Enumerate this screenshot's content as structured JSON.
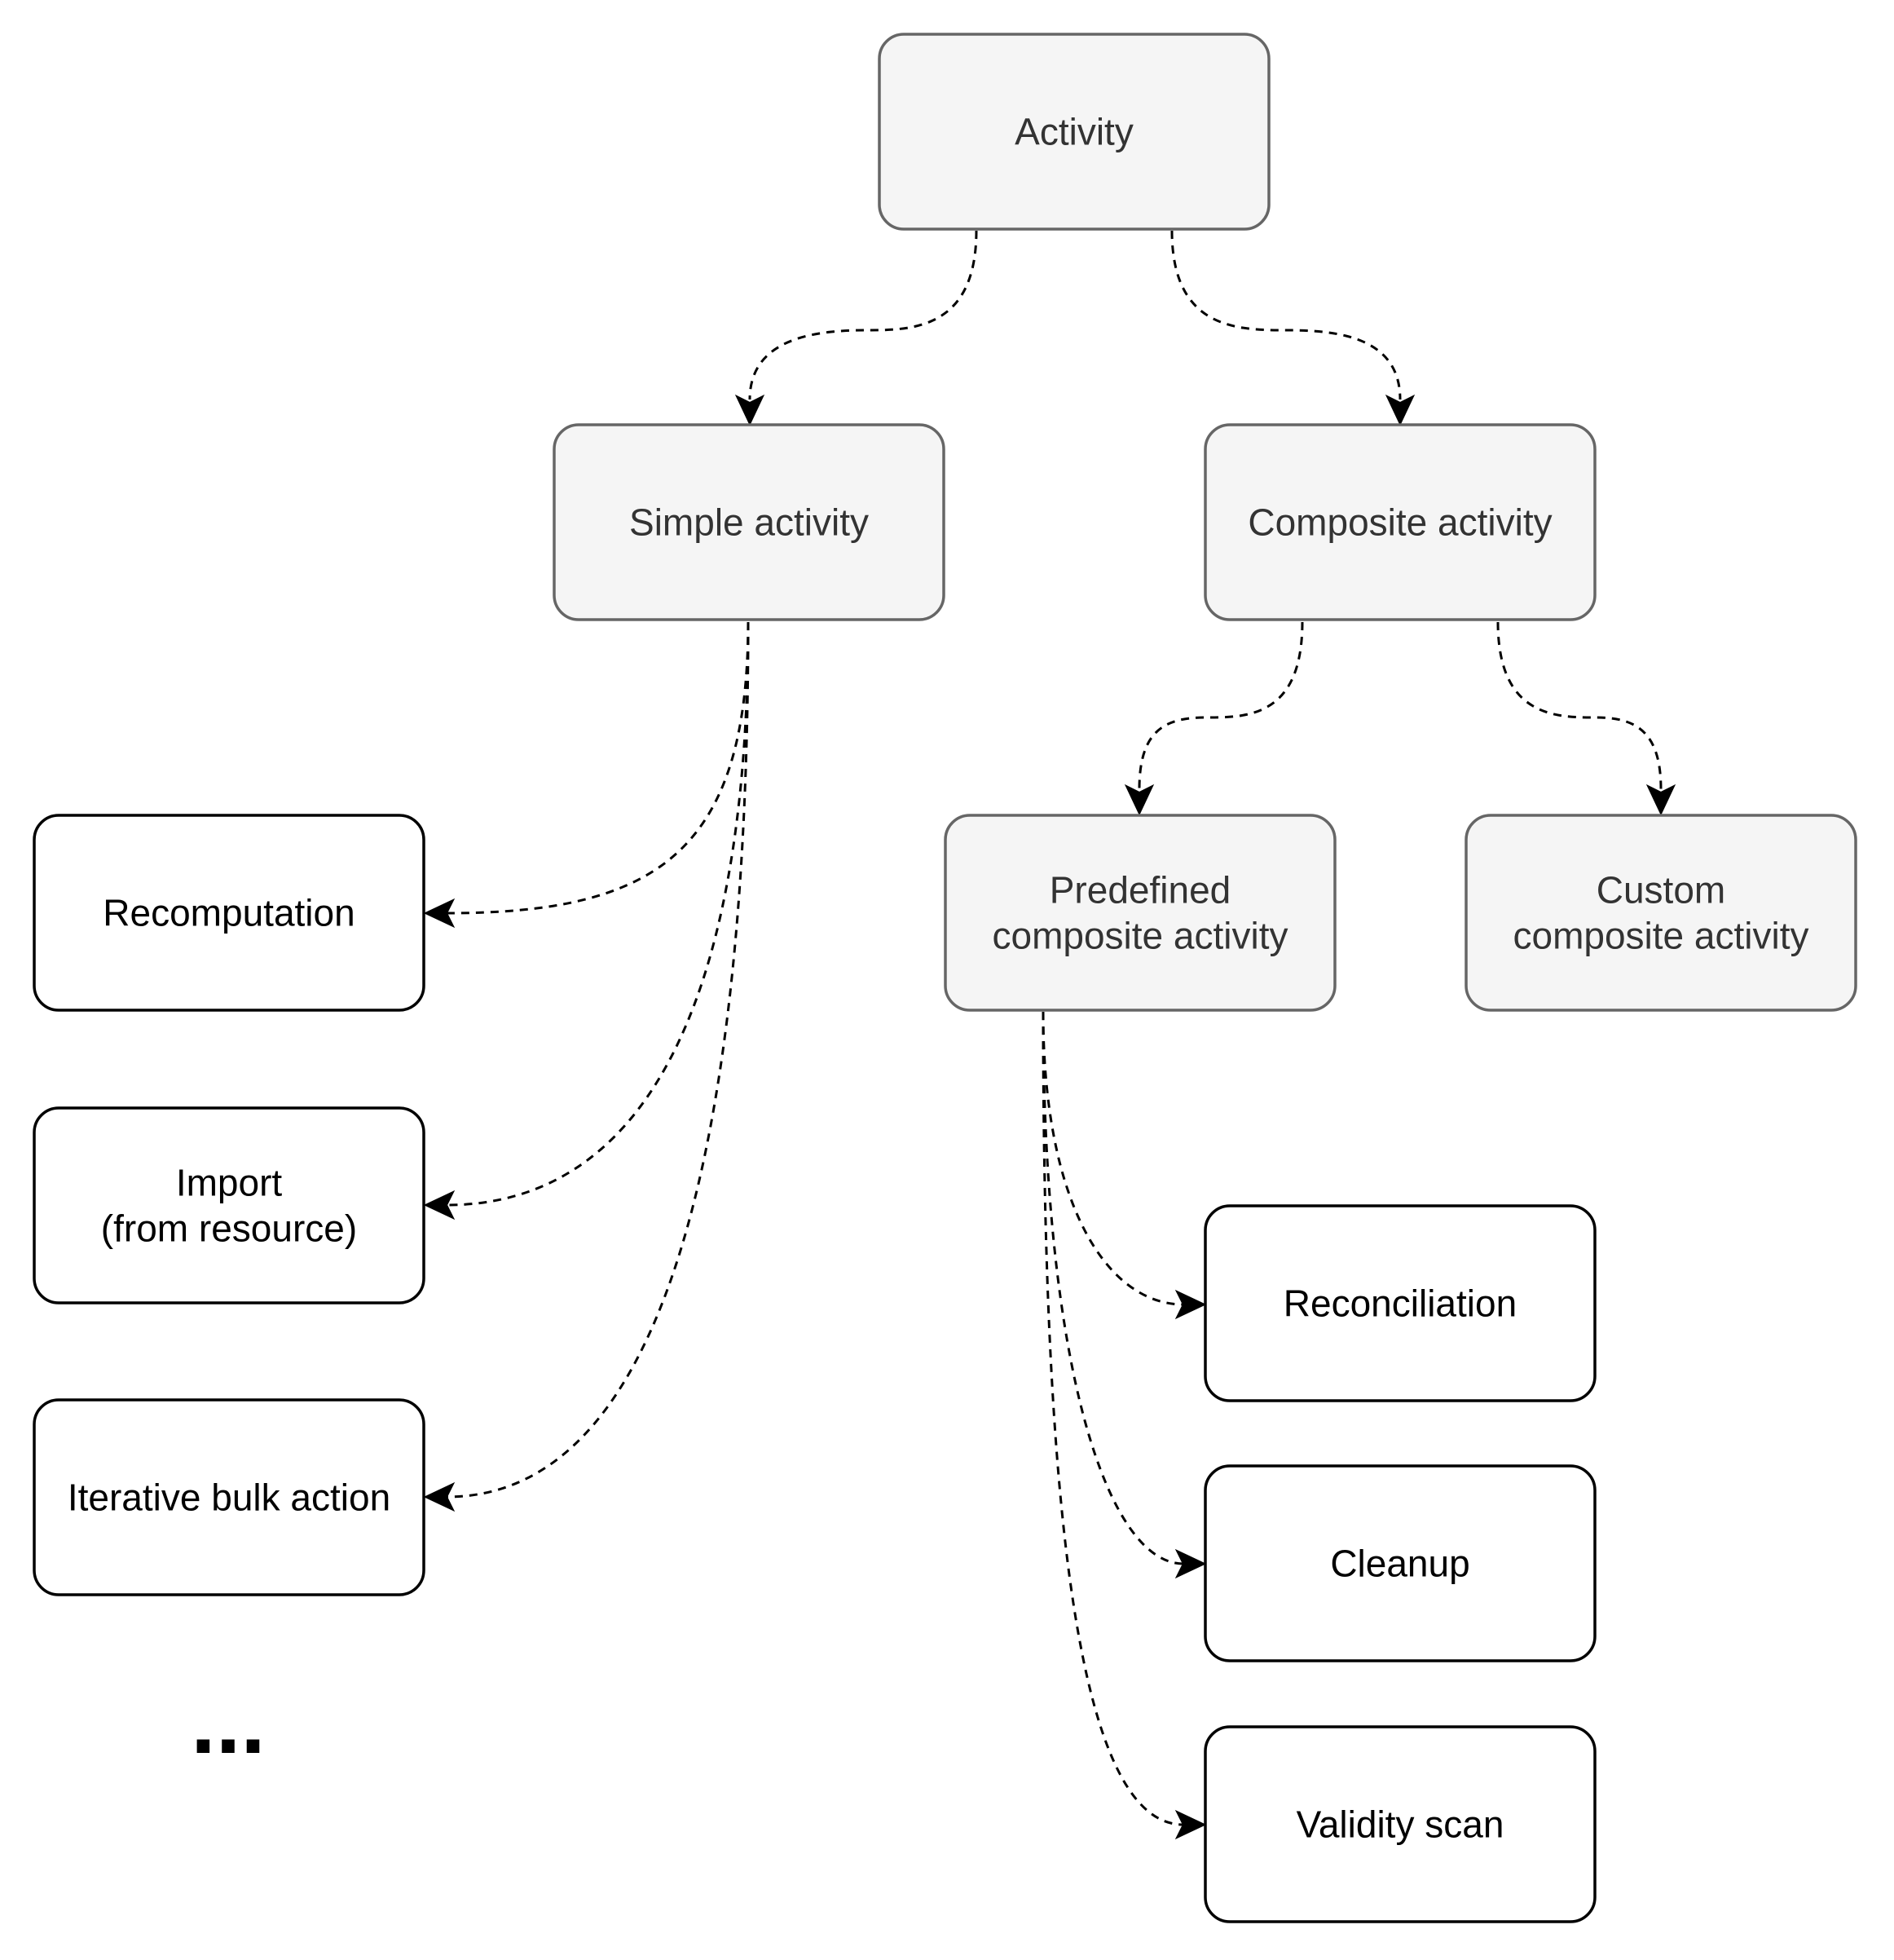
{
  "nodes": {
    "activity": {
      "label": [
        "Activity"
      ]
    },
    "simple_activity": {
      "label": [
        "Simple activity"
      ]
    },
    "composite_activity": {
      "label": [
        "Composite activity"
      ]
    },
    "predefined_composite": {
      "label": [
        "Predefined",
        "composite activity"
      ]
    },
    "custom_composite": {
      "label": [
        "Custom",
        "composite activity"
      ]
    },
    "recomputation": {
      "label": [
        "Recomputation"
      ]
    },
    "import": {
      "label": [
        "Import",
        "(from resource)"
      ]
    },
    "iterative_bulk_action": {
      "label": [
        "Iterative bulk action"
      ]
    },
    "reconciliation": {
      "label": [
        "Reconciliation"
      ]
    },
    "cleanup": {
      "label": [
        "Cleanup"
      ]
    },
    "validity_scan": {
      "label": [
        "Validity scan"
      ]
    }
  },
  "more_indicator": "...",
  "edges": [
    {
      "from": "activity",
      "to": "simple_activity"
    },
    {
      "from": "activity",
      "to": "composite_activity"
    },
    {
      "from": "simple_activity",
      "to": "recomputation"
    },
    {
      "from": "simple_activity",
      "to": "import"
    },
    {
      "from": "simple_activity",
      "to": "iterative_bulk_action"
    },
    {
      "from": "composite_activity",
      "to": "predefined_composite"
    },
    {
      "from": "composite_activity",
      "to": "custom_composite"
    },
    {
      "from": "predefined_composite",
      "to": "reconciliation"
    },
    {
      "from": "predefined_composite",
      "to": "cleanup"
    },
    {
      "from": "predefined_composite",
      "to": "validity_scan"
    }
  ]
}
